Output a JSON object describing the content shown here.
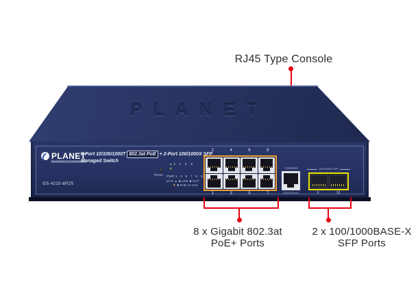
{
  "annotations": {
    "console_callout": "RJ45 Type Console",
    "poe_callout_line1": "8 x Gigabit 802.3at",
    "poe_callout_line2": "PoE+ Ports",
    "sfp_callout_line1": "2 x 100/1000BASE-X",
    "sfp_callout_line2": "SFP Ports",
    "accent_color": "#e60012"
  },
  "device": {
    "embossed_text": "PLANET",
    "brand": "PLANET",
    "brand_tagline": "Networking & Communication",
    "model": "GS-4210-8P2S",
    "headline_prefix": "8-Port 10/100/1000T",
    "headline_badge": "802.3at PoE",
    "headline_suffix": "+ 2-Port 100/1000X SFP",
    "headline_line2": "Managed Switch",
    "reset_label": "Reset",
    "leds": {
      "up_glyph": "▲",
      "down_glyph": "▼",
      "even_numbers": "2 4 6 8",
      "pwr": "PWR",
      "odd_numbers": "1 3 5 7 9 10",
      "sys": "SYS",
      "lnk_legend": "■ LNK ■ ACT",
      "poe_legend": "■ PoE In-Use"
    },
    "ports": {
      "top_numbers": [
        "2",
        "4",
        "6",
        "8"
      ],
      "bottom_numbers": [
        "1",
        "3",
        "5",
        "7"
      ],
      "console_title": "Console",
      "console_sub": "115200,N,8,1",
      "sfp_title": "100/1000X SFP",
      "sfp_numbers": [
        "9",
        "10"
      ],
      "poe_box_color": "#f0a132",
      "sfp_box_color": "#f2e500"
    }
  }
}
